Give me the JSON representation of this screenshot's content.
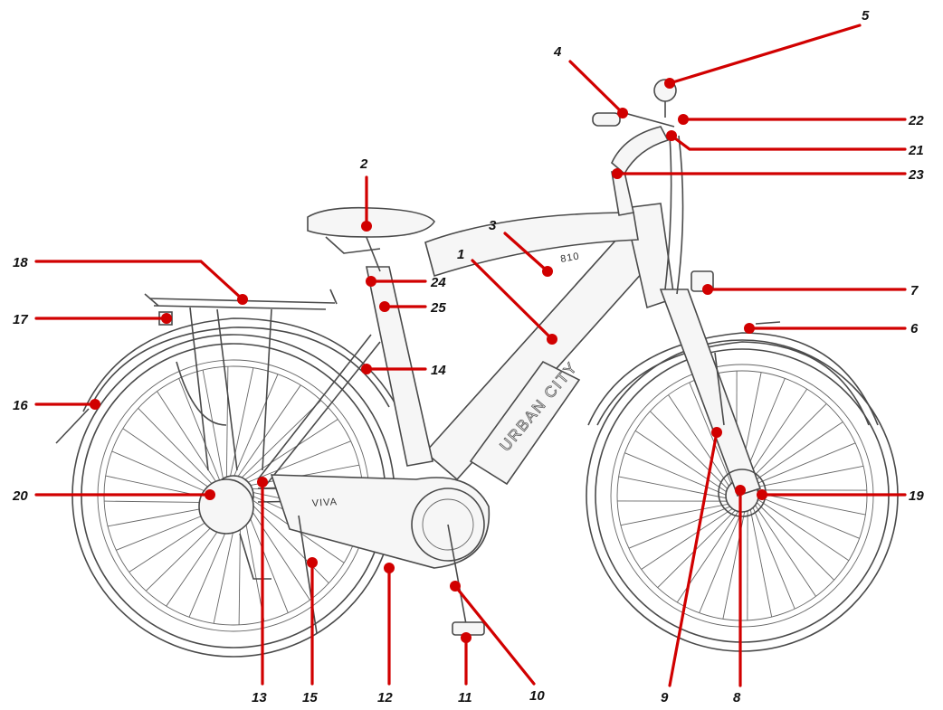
{
  "diagram": {
    "frame_brand": "URBAN CITY",
    "frame_model": "810",
    "chainguard_brand": "VIVA",
    "callouts": [
      {
        "id": "c1",
        "number": "1"
      },
      {
        "id": "c2",
        "number": "2"
      },
      {
        "id": "c3",
        "number": "3"
      },
      {
        "id": "c4",
        "number": "4"
      },
      {
        "id": "c5",
        "number": "5"
      },
      {
        "id": "c6",
        "number": "6"
      },
      {
        "id": "c7",
        "number": "7"
      },
      {
        "id": "c8",
        "number": "8"
      },
      {
        "id": "c9",
        "number": "9"
      },
      {
        "id": "c10",
        "number": "10"
      },
      {
        "id": "c11",
        "number": "11"
      },
      {
        "id": "c12",
        "number": "12"
      },
      {
        "id": "c13",
        "number": "13"
      },
      {
        "id": "c14",
        "number": "14"
      },
      {
        "id": "c15",
        "number": "15"
      },
      {
        "id": "c16",
        "number": "16"
      },
      {
        "id": "c17",
        "number": "17"
      },
      {
        "id": "c18",
        "number": "18"
      },
      {
        "id": "c19",
        "number": "19"
      },
      {
        "id": "c20",
        "number": "20"
      },
      {
        "id": "c21",
        "number": "21"
      },
      {
        "id": "c22",
        "number": "22"
      },
      {
        "id": "c23",
        "number": "23"
      },
      {
        "id": "c24",
        "number": "24"
      },
      {
        "id": "c25",
        "number": "25"
      }
    ],
    "colors": {
      "leader": "#d10000",
      "sketch": "#4a4a4a",
      "label": "#111111"
    }
  }
}
